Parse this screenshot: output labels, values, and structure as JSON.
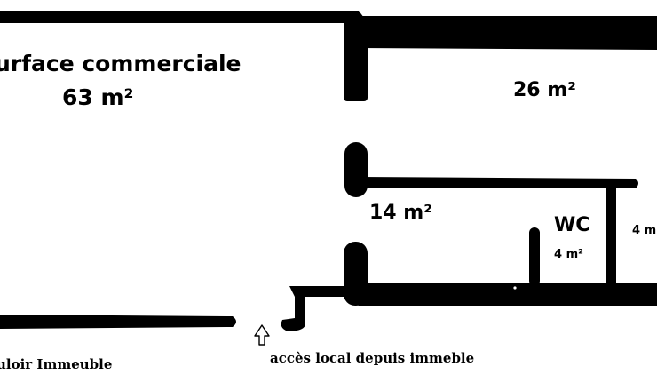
{
  "rooms": {
    "commercial_line1": "urface commerciale",
    "commercial_line2": "63 m²",
    "room_26": "26 m²",
    "room_14": "14 m²",
    "wc_title": "WC",
    "wc_area": "4 m²",
    "room_4_cut": "4 m"
  },
  "annotations": {
    "corridor": "uloir Immeuble",
    "access": "accès local depuis immeble"
  },
  "icons": {
    "access_arrow": "hollow-up-arrow-icon"
  },
  "colors": {
    "walls": "#000000",
    "background": "#ffffff"
  }
}
